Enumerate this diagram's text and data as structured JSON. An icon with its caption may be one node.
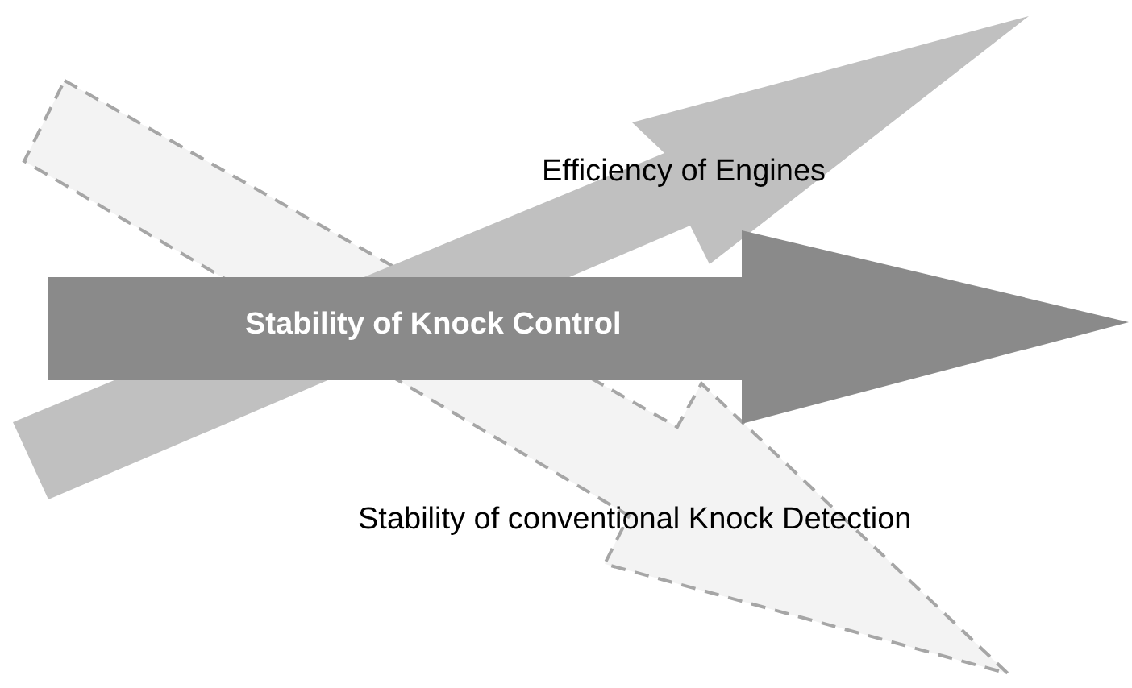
{
  "diagram": {
    "nodes": [
      {
        "text": [
          "Efficiency of Engines"
        ]
      },
      {
        "text": [
          "Stability of Knock Control"
        ]
      },
      {
        "text": [
          "Stability of conventional Knock Detection"
        ]
      }
    ],
    "edges": []
  }
}
